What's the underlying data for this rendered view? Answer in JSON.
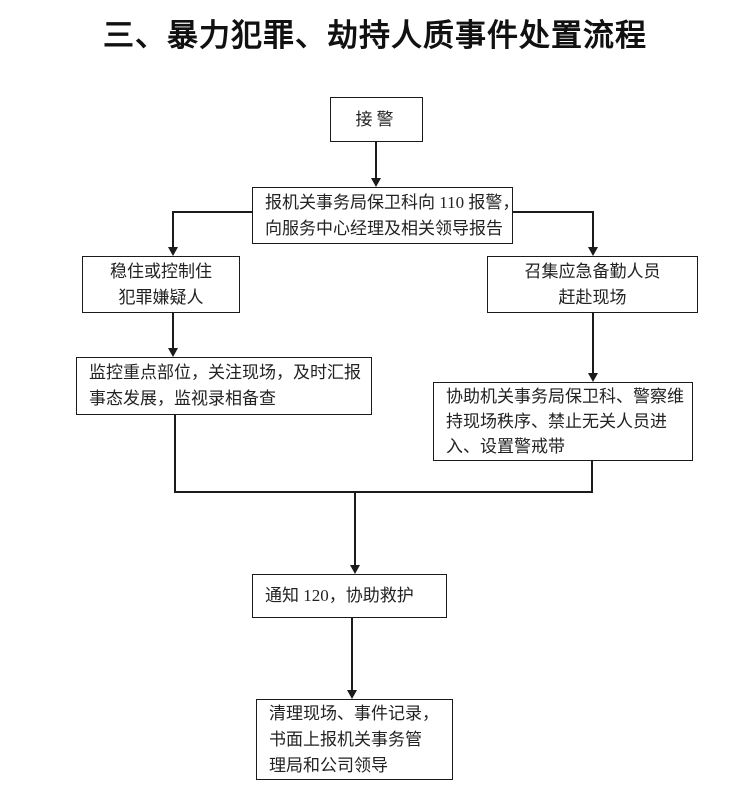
{
  "title": "三、暴力犯罪、劫持人质事件处置流程",
  "colors": {
    "background": "#ffffff",
    "line": "#1b1b1b",
    "text": "#222222"
  },
  "nodes": {
    "receive": {
      "lines": [
        "接警"
      ]
    },
    "report": {
      "lines": [
        "报机关事务局保卫科向 110 报警，",
        "向服务中心经理及相关领导报告"
      ]
    },
    "stabilize": {
      "lines": [
        "稳住或控制住",
        "犯罪嫌疑人"
      ]
    },
    "summon": {
      "lines": [
        "召集应急备勤人员",
        "赶赴现场"
      ]
    },
    "monitor": {
      "lines": [
        "监控重点部位，关注现场，及时汇报",
        "事态发展，监视录相备查"
      ]
    },
    "assist": {
      "lines": [
        "协助机关事务局保卫科、警察维",
        "持现场秩序、禁止无关人员进",
        "入、设置警戒带"
      ]
    },
    "notify": {
      "lines": [
        "通知 120，协助救护"
      ]
    },
    "cleanup": {
      "lines": [
        "清理现场、事件记录，",
        "书面上报机关事务管",
        "理局和公司领导"
      ]
    }
  }
}
